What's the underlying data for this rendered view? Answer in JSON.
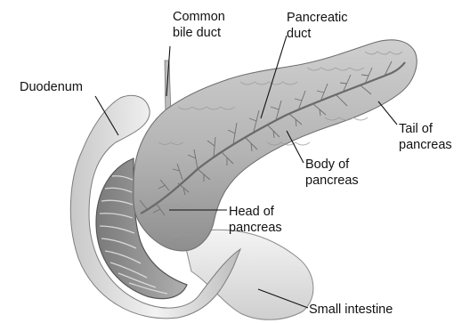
{
  "labels": {
    "common_bile_duct": [
      "Common",
      "bile duct"
    ],
    "pancreatic_duct": [
      "Pancreatic",
      "duct"
    ],
    "duodenum": [
      "Duodenum"
    ],
    "tail": [
      "Tail of",
      "pancreas"
    ],
    "body": [
      "Body of",
      "pancreas"
    ],
    "head": [
      "Head of",
      "pancreas"
    ],
    "small_intestine": [
      "Small intestine"
    ]
  },
  "colors": {
    "pancreas_fill": "#b5b5b5",
    "duodenum_fill": "#d9d9d9",
    "duct_stroke": "#6a6a6a",
    "leader_line": "#111111"
  }
}
